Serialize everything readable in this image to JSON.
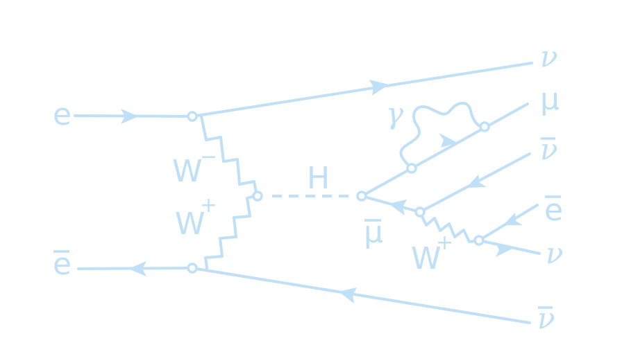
{
  "labels": {
    "e_in": "e",
    "e_out": "e",
    "w_minus_base": "W",
    "w_minus_sup": "−",
    "w_plus_base": "W",
    "w_plus_sup": "+",
    "higgs": "H",
    "nu_top": "ν",
    "mu": "μ",
    "gamma": "γ",
    "nubar_mu": "ν",
    "ebar_right": "e",
    "nu_e_right": "ν",
    "mubar": "μ",
    "w2_base": "W",
    "w2_sup": "+",
    "nubar_bottom": "ν"
  },
  "colors": {
    "line": "#bfe0f6",
    "background": "#ffffff"
  }
}
